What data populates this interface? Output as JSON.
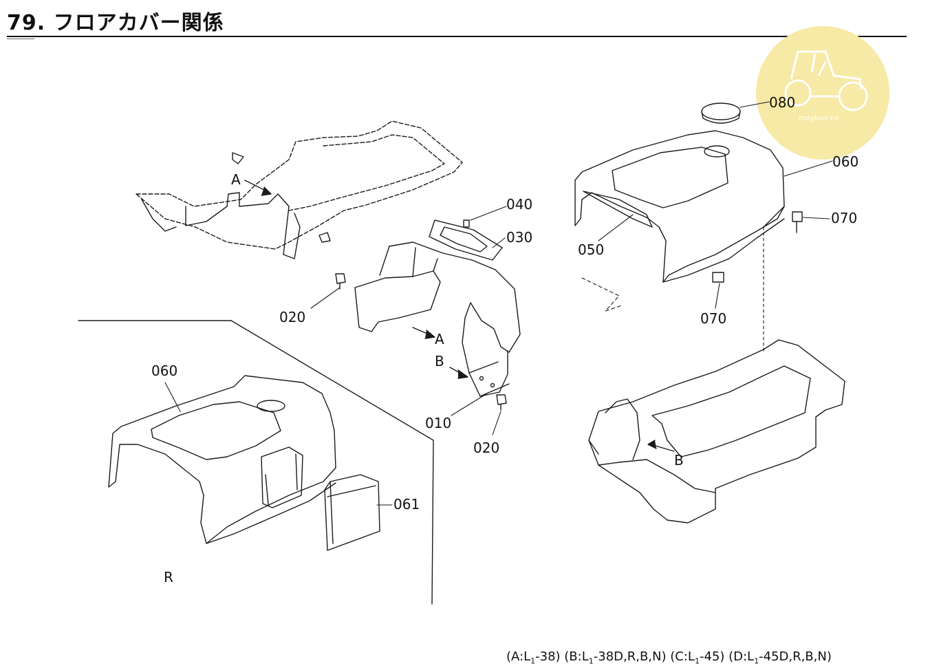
{
  "title": "79. フロアカバー関係",
  "watermark": {
    "text": "maykeo.vn",
    "color": "#f5e6a0"
  },
  "part_labels": {
    "p080": "080",
    "p060_right": "060",
    "p070_right": "070",
    "p070_bottom": "070",
    "p050": "050",
    "p040": "040",
    "p030": "030",
    "p020_left": "020",
    "p020_bottom": "020",
    "p010": "010",
    "p060_left": "060",
    "p061": "061"
  },
  "ref_labels": {
    "a_top": "A",
    "a_mid": "A",
    "b_mid": "B",
    "b_right": "B",
    "r": "R"
  },
  "footer": {
    "a": {
      "pre": "(A:L",
      "sub": "1",
      "post": "-38)"
    },
    "b": {
      "pre": "(B:L",
      "sub": "1",
      "post": "-38D,R,B,N)"
    },
    "c": {
      "pre": "(C:L",
      "sub": "1",
      "post": "-45)"
    },
    "d": {
      "pre": "(D:L",
      "sub": "1",
      "post": "-45D,R,B,N)"
    }
  }
}
